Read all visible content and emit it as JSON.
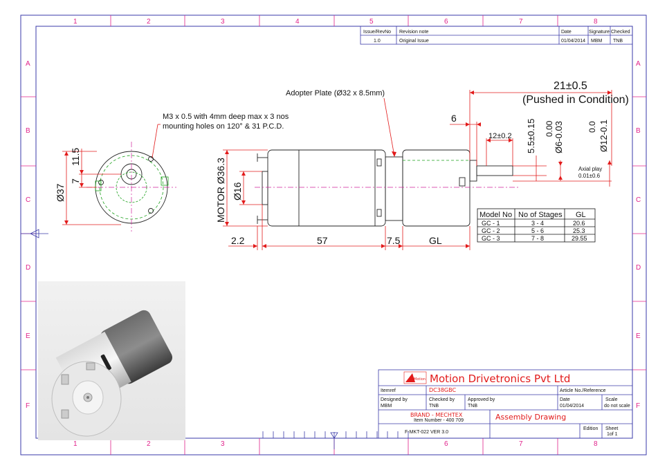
{
  "zones": {
    "columns": [
      "1",
      "2",
      "3",
      "4",
      "5",
      "6",
      "7",
      "8"
    ],
    "rows": [
      "A",
      "B",
      "C",
      "D",
      "E",
      "F"
    ]
  },
  "revision_table": {
    "headers": [
      "Issue/RevNo",
      "Revision note",
      "Date",
      "Signature",
      "Checked"
    ],
    "row": [
      "1.0",
      "Original Issue",
      "01/04/2014",
      "MBM",
      "TNB"
    ]
  },
  "annotations": {
    "mounting_holes_line1": "M3 x 0.5 with 4mm deep max x 3 nos",
    "mounting_holes_line2": "mounting holes on 120° & 31 P.C.D.",
    "adopter_plate": "Adopter Plate (Ø32 x 8.5mm)",
    "axial_play_1": "Axial play",
    "axial_play_2": "0.01±0.6"
  },
  "dimensions": {
    "d37": "Ø37",
    "d7": "7",
    "d11_5": "11.5",
    "motor_d36_3": "MOTOR Ø36.3",
    "d16": "Ø16",
    "d2_2": "2.2",
    "d57": "57",
    "d7_5": "7.5",
    "gl": "GL",
    "d6": "6",
    "d12": "12±0.2",
    "d21": "21±0.5",
    "pushed": "(Pushed in Condition)",
    "d5_5": "5.5±0.15",
    "d6_shaft_tol": "0.00",
    "d6_shaft": "Ø6-0.03",
    "d12_shaft_tol": "0.0",
    "d12_shaft": "Ø12-0.1"
  },
  "gl_table": {
    "headers": [
      "Model No",
      "No of Stages",
      "GL"
    ],
    "rows": [
      [
        "GC - 1",
        "3 - 4",
        "20.6"
      ],
      [
        "GC - 2",
        "5 - 6",
        "25.3"
      ],
      [
        "GC - 3",
        "7 - 8",
        "29.55"
      ]
    ]
  },
  "title_block": {
    "company": "Motion Drivetronics Pvt Ltd",
    "logo_text": "Motion",
    "itemref_label": "Itemref",
    "itemref_value": "DC38GBC",
    "article_label": "Article No./Reference",
    "designed_label": "Designed by",
    "designed_value": "MBM",
    "checked_label": "Checked by",
    "checked_value": "TNB",
    "approved_label": "Approved by",
    "approved_value": "TNB",
    "date_label": "Date",
    "date_value": "01/04/2014",
    "scale_label": "Scale",
    "scale_value": "do not scale",
    "brand": "BRAND - MECHTEX",
    "brand_sub": "Item Number - 400 709",
    "drawing_type": "Assembly Drawing",
    "form_no": "F-MKT-022 VER 3.0",
    "edition_label": "Edition",
    "sheet_label": "Sheet",
    "sheet_value": "1of 1"
  },
  "colors": {
    "frame": "#3a3aa8",
    "zone": "#e0218a",
    "dimension": "#e21b1b",
    "hidden": "#1aa01a",
    "brand": "#e21b1b"
  }
}
